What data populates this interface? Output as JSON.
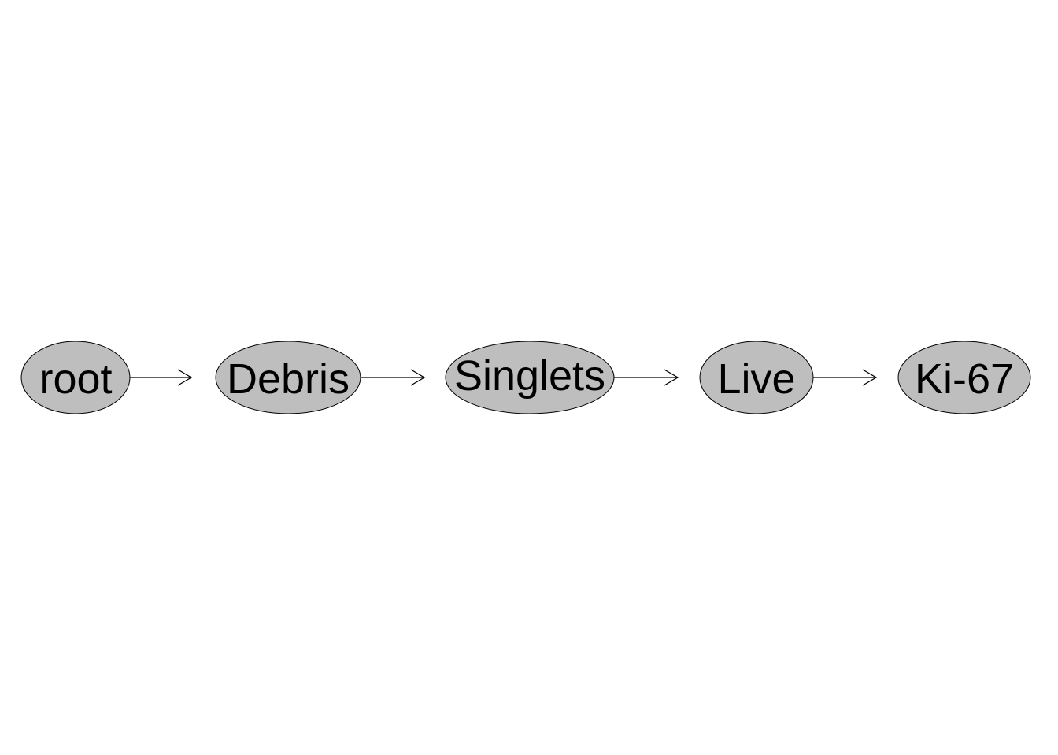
{
  "diagram": {
    "node_fill": "#bebebe",
    "stroke_color": "#000000",
    "nodes": [
      {
        "id": "root",
        "label": "root"
      },
      {
        "id": "debris",
        "label": "Debris"
      },
      {
        "id": "singlets",
        "label": "Singlets"
      },
      {
        "id": "live",
        "label": "Live"
      },
      {
        "id": "ki67",
        "label": "Ki-67"
      }
    ],
    "edges": [
      {
        "from": "root",
        "to": "debris"
      },
      {
        "from": "debris",
        "to": "singlets"
      },
      {
        "from": "singlets",
        "to": "live"
      },
      {
        "from": "live",
        "to": "ki67"
      }
    ]
  }
}
